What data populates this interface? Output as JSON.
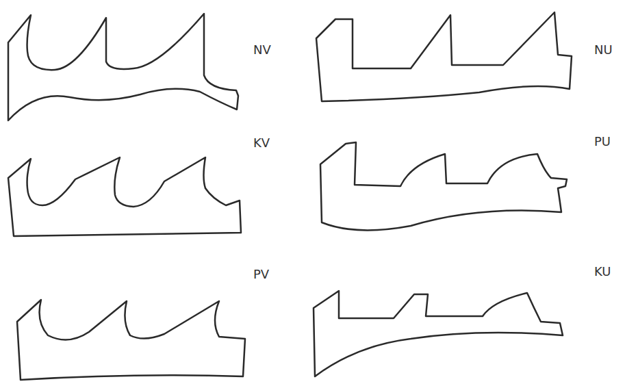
{
  "diagram": {
    "labels": [
      "NV",
      "NU",
      "KV",
      "PU",
      "PV",
      "KU"
    ]
  }
}
